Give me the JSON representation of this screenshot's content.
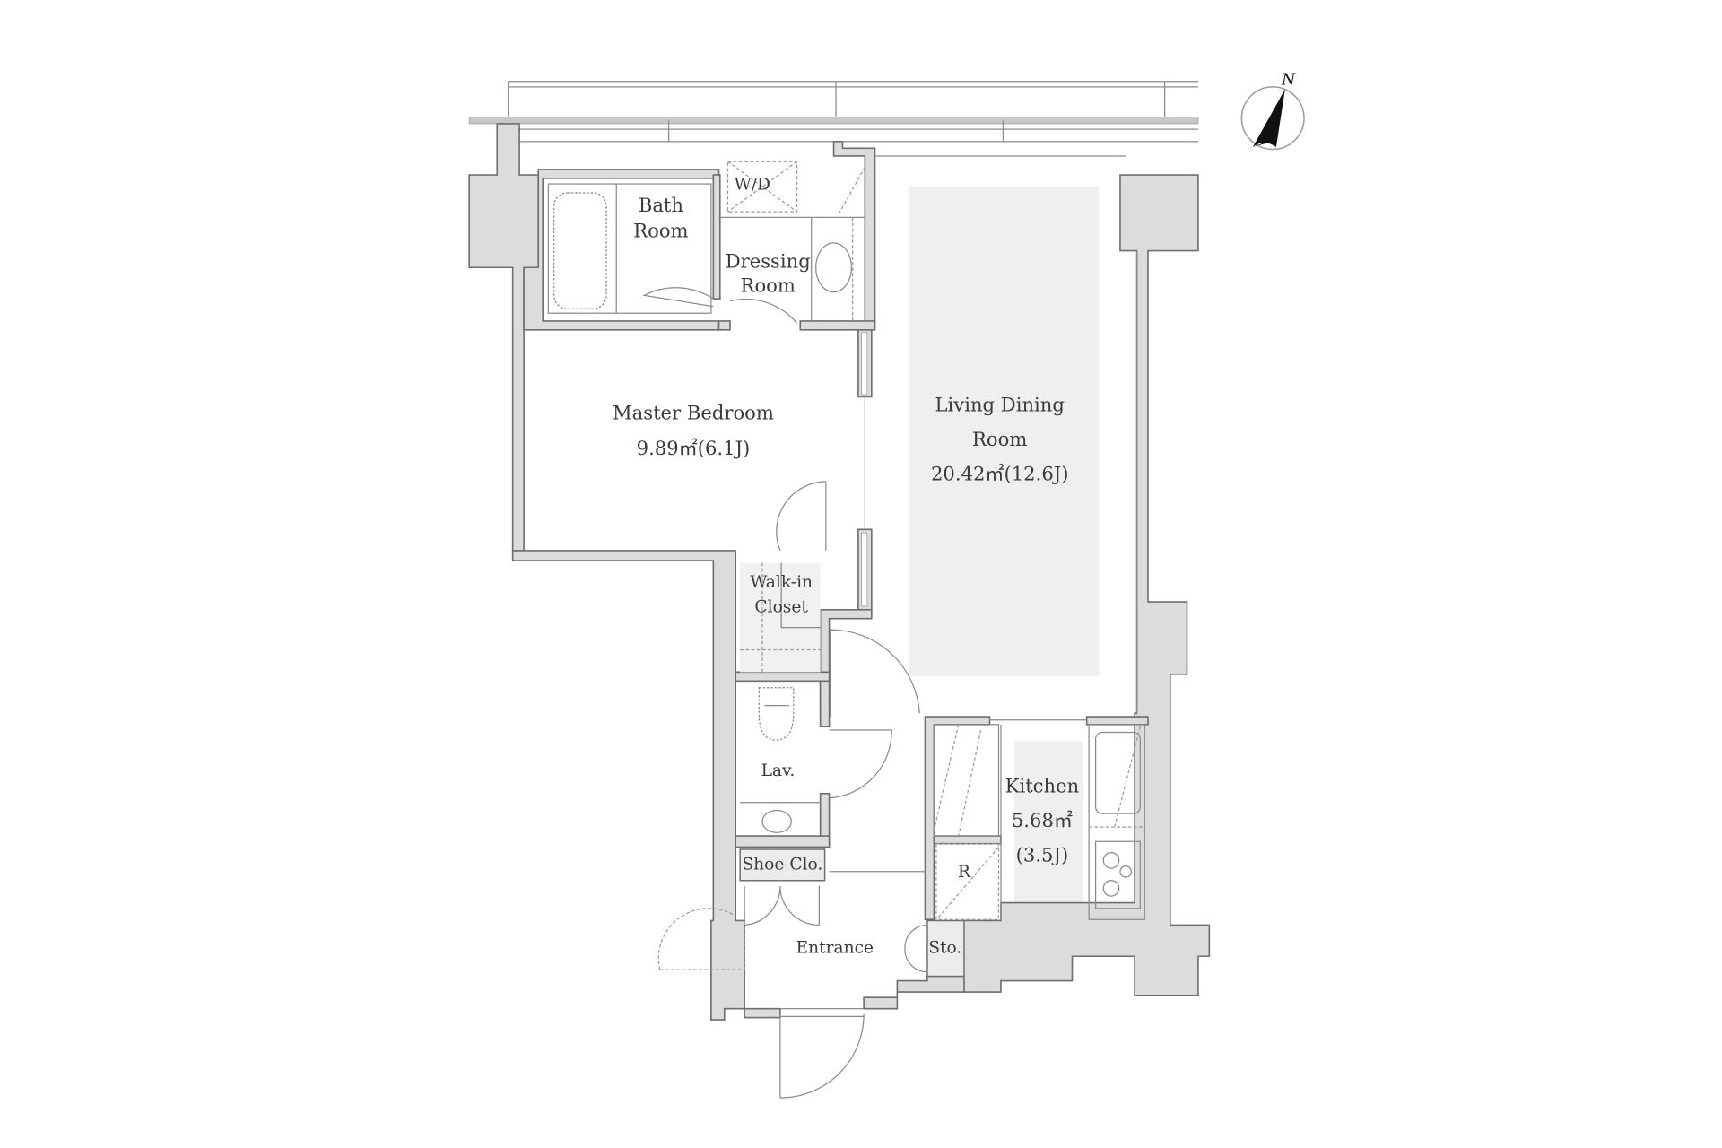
{
  "plan": {
    "type": "apartment floor plan",
    "compass": {
      "label": "N",
      "icon": "north-arrow-icon"
    },
    "rooms": [
      {
        "id": "bath",
        "name_line1": "Bath",
        "name_line2": "Room"
      },
      {
        "id": "wd",
        "name": "W/D"
      },
      {
        "id": "dressing",
        "name_line1": "Dressing",
        "name_line2": "Room"
      },
      {
        "id": "master",
        "name": "Master Bedroom",
        "area": "9.89㎡(6.1J)"
      },
      {
        "id": "living",
        "name_line1": "Living Dining",
        "name_line2": "Room",
        "area": "20.42㎡(12.6J)"
      },
      {
        "id": "walkin",
        "name_line1": "Walk-in",
        "name_line2": "Closet"
      },
      {
        "id": "lav",
        "name": "Lav."
      },
      {
        "id": "shoe",
        "name": "Shoe Clo."
      },
      {
        "id": "kitchen",
        "name": "Kitchen",
        "area": "5.68㎡",
        "tatami": "(3.5J)"
      },
      {
        "id": "fridge",
        "name": "R"
      },
      {
        "id": "entrance",
        "name": "Entrance"
      },
      {
        "id": "storage",
        "name": "Sto."
      }
    ]
  },
  "colors": {
    "wall_fill": "#dcdcdc",
    "wall_stroke": "#6e6e6e",
    "floor_highlight": "#efefef",
    "text": "#3a3a3a",
    "background": "#ffffff"
  }
}
